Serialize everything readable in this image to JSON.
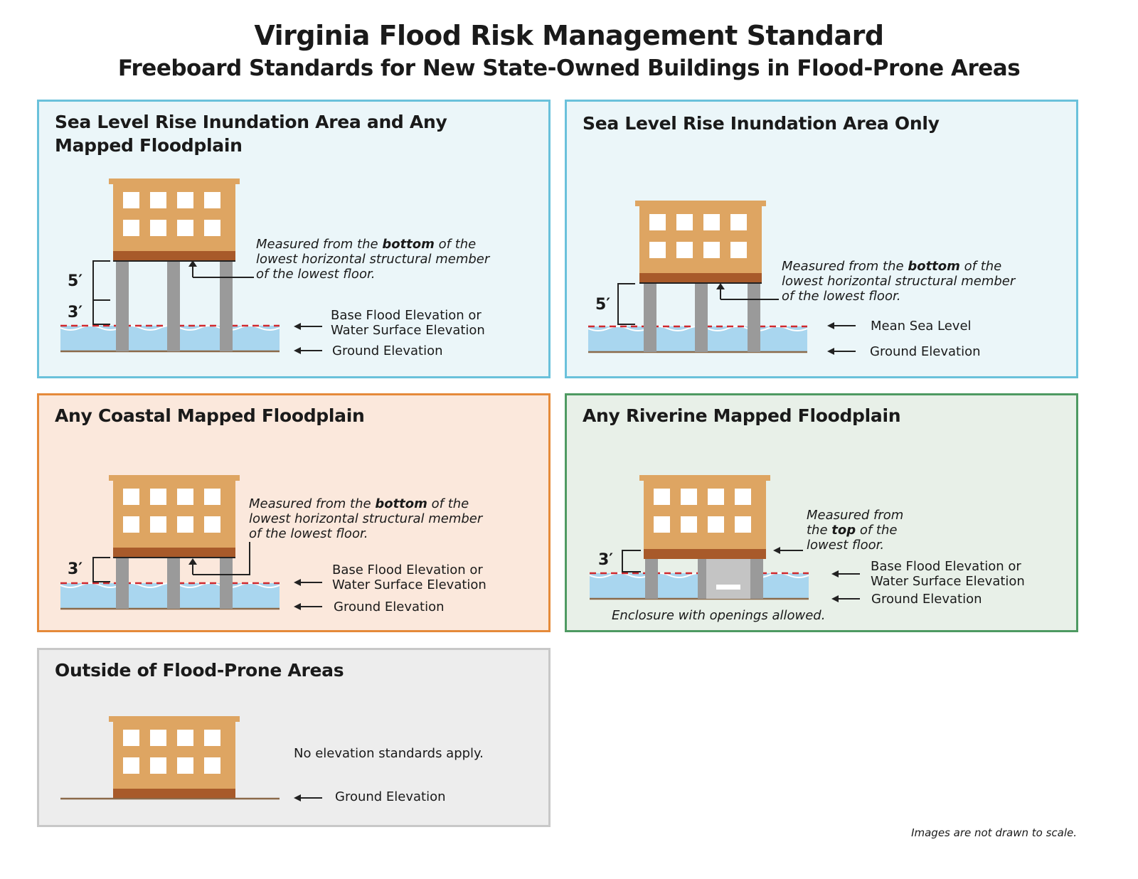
{
  "header": {
    "title": "Virginia Flood Risk Management Standard",
    "subtitle": "Freeboard Standards for New State-Owned Buildings in Flood-Prone Areas"
  },
  "panels": {
    "slr_floodplain": {
      "title": "Sea Level Rise Inundation Area and Any\nMapped Floodplain",
      "note_pre": "Measured from the ",
      "note_bold": "bottom",
      "note_post": " of the",
      "note_line2": "lowest horizontal structural member",
      "note_line3": "of the lowest floor.",
      "dim_top": "5′",
      "dim_bottom": "3′",
      "water_label_1": "Base Flood Elevation or",
      "water_label_2": "Water Surface Elevation",
      "ground_label": "Ground Elevation"
    },
    "slr_only": {
      "title": "Sea Level Rise Inundation Area Only",
      "note_pre": "Measured from the ",
      "note_bold": "bottom",
      "note_post": " of the",
      "note_line2": "lowest horizontal structural member",
      "note_line3": "of the lowest floor.",
      "dim": "5′",
      "water_label": "Mean Sea Level",
      "ground_label": "Ground Elevation"
    },
    "coastal": {
      "title": "Any Coastal Mapped Floodplain",
      "note_pre": "Measured from the ",
      "note_bold": "bottom",
      "note_post": " of the",
      "note_line2": "lowest horizontal structural member",
      "note_line3": "of the lowest floor.",
      "dim": "3′",
      "water_label_1": "Base Flood Elevation or",
      "water_label_2": "Water Surface Elevation",
      "ground_label": "Ground Elevation"
    },
    "riverine": {
      "title": "Any Riverine Mapped Floodplain",
      "note_line1": "Measured from",
      "note_pre2": "the ",
      "note_bold": "top",
      "note_post2": " of the",
      "note_line3": "lowest floor.",
      "dim": "3′",
      "water_label_1": "Base Flood Elevation or",
      "water_label_2": "Water Surface Elevation",
      "ground_label": "Ground Elevation",
      "enclosure_note": "Enclosure with openings allowed."
    },
    "outside": {
      "title": "Outside of Flood-Prone Areas",
      "note": "No elevation standards apply.",
      "ground_label": "Ground Elevation"
    }
  },
  "footer": {
    "scale_note": "Images are not drawn to scale."
  },
  "colors": {
    "building": "#dea562",
    "floor_slab": "#a85a2a",
    "window": "#ffffff",
    "pier": "#9a9a9a",
    "water": "#a9d6ef",
    "flood_line": "#d0292e",
    "ground": "#8b6a4a"
  }
}
